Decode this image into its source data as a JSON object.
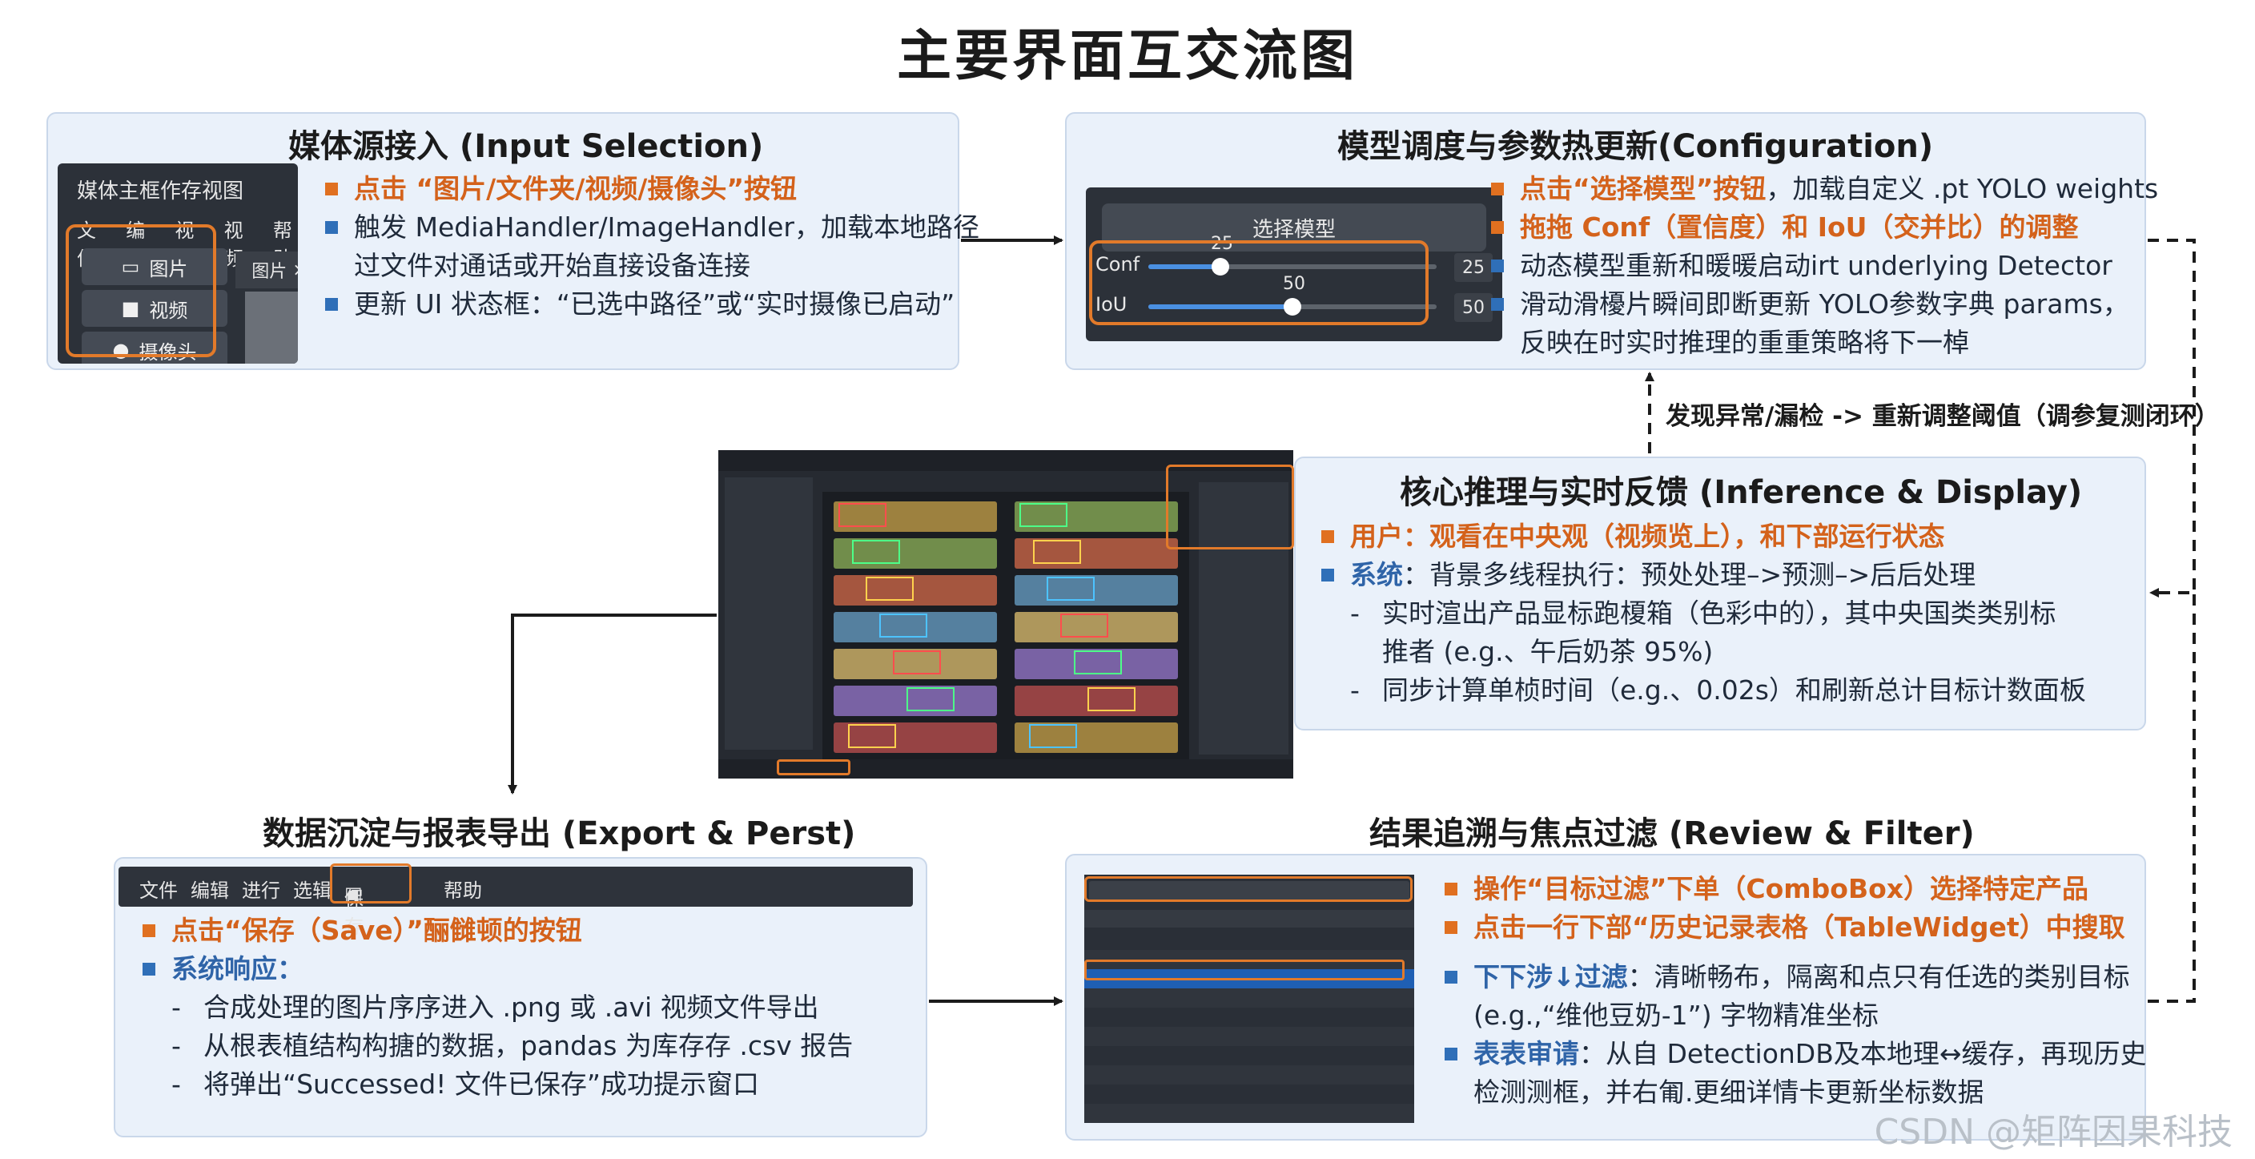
{
  "title": "主要界面互交流图",
  "input": {
    "title": "媒体源接入 (Input Selection)",
    "shot": {
      "window_title": "媒体主框作存视图",
      "menu": [
        "文件",
        "编辑",
        "视频",
        "视频",
        "帮助"
      ],
      "buttons": [
        "图片",
        "视频",
        "摄像头"
      ],
      "tab": "图片"
    },
    "b1": "点击 “图片/文件夹/视频/摄像头”按钮",
    "b2_l1": "触发 MediaHandler/ImageHandler，加载本地路径",
    "b2_l2": "过文件对通话或开始直接设备连接",
    "b3": "更新 UI 状态框：“已选中路径”或“实时摄像已启动”"
  },
  "config": {
    "title": "模型调度与参数热更新(Configuration)",
    "shot": {
      "button": "选择模型",
      "conf_label": "Conf",
      "conf_value": "25",
      "iou_label": "IoU",
      "iou_value": "50"
    },
    "b1": "点击“选择模型”按钮",
    "b1_rest": "加载自定义 .pt YOLO weights",
    "b2": "拖拖 Conf（置信度）和 IoU（交并比）的调整",
    "b3": "动态模型重新和暖暖启动irt underlying Detector",
    "b4_l1": "滑动滑櫌片瞬间即断更新 YOLO参数字典 params，",
    "b4_l2": "反映在时实时推理的重重策略将下一棹"
  },
  "feedback_label": "发现异常/漏检 -> 重新调整阈值（调参复测闭环）",
  "inference": {
    "title": "核心推理与实时反馈 (Inference & Display)",
    "b1": "用户：观看在中央观（视频览上），和下部运行状态",
    "b2_label": "系统",
    "b2_rest": "：背景多线程执行：预处处理–>预测–>后后处理",
    "s1_l1": "实时渲出产品显标跑榎箱（色彩中的），其中央国类类别标",
    "s1_l2": "推者 (e.g.、午后奶茶 95%)",
    "s2": "同步计算单桢时间（e.g.、0.02s）和刷新总计目标计数面板"
  },
  "export": {
    "title": "数据沉淀与报表导出 (Export & Perst)",
    "menu": [
      "文件",
      "编辑",
      "进行",
      "选辑",
      "保存",
      "帮助"
    ],
    "b1": "点击“保存（Save）”酾雠顿的按钮",
    "b2": "系统响应：",
    "s1": "合成处理的图片序序进入 .png 或 .avi 视频文件导出",
    "s2": "从根表植结构构搪的数据，pandas 为库存存 .csv 报告",
    "s3": "将弹出“Successed! 文件已保存”成功提示窗口"
  },
  "review": {
    "title": "结果追溯与焦点过滤 (Review & Filter)",
    "b1": "操作“目标过滤”下单（ComboBox）选择特定产品",
    "b2": "点击一行下部“历史记录表格（TableWidget）中搜取",
    "b3_label": "下下涉↓过滤",
    "b3_rest": "：清晰畅布，隔离和点只有任选的类别目标",
    "b3_l2": "(e.g.,“维他豆奶-1”) 字物精准坐标",
    "b4_label": "表表审请",
    "b4_rest": "：从自 DetectionDB及本地理↔缓存，再现历史",
    "b4_l2": "检测测框，并右匍.更细详情卡更新坐标数据"
  },
  "watermark": "CSDN @矩阵因果科技",
  "colors": {
    "accent_orange": "#e07020",
    "accent_blue": "#2f6fb8",
    "card_bg": "#eaf1fa"
  }
}
